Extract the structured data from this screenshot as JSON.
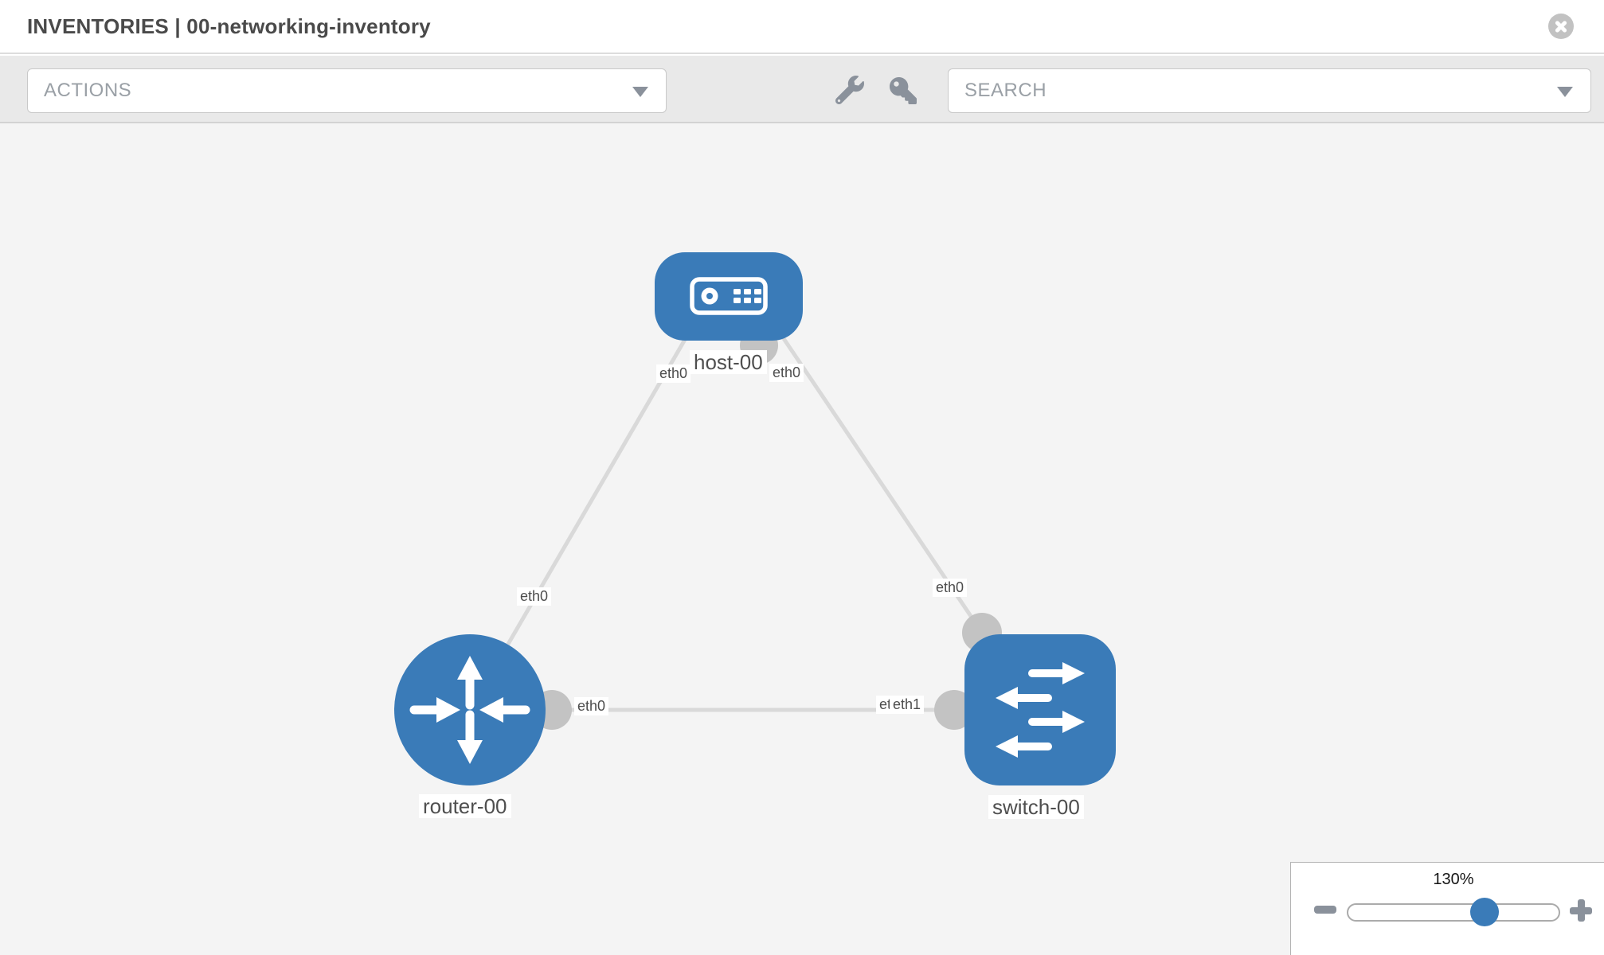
{
  "header": {
    "title": "INVENTORIES | 00-networking-inventory"
  },
  "toolbar": {
    "actions_label": "ACTIONS",
    "search_label": "SEARCH",
    "icons": [
      "wrench-icon",
      "key-icon"
    ]
  },
  "canvas": {
    "nodes": {
      "host": {
        "label": "host-00",
        "type": "host"
      },
      "router": {
        "label": "router-00",
        "type": "router"
      },
      "switch": {
        "label": "switch-00",
        "type": "switch"
      }
    },
    "links": [
      {
        "from": "host-00",
        "to": "router-00",
        "from_if": "eth0",
        "to_if": "eth0"
      },
      {
        "from": "host-00",
        "to": "switch-00",
        "from_if": "eth0",
        "to_if": "eth0"
      },
      {
        "from": "router-00",
        "to": "switch-00",
        "from_if": "eth0",
        "to_if": "eth1"
      }
    ],
    "interfaces": {
      "host_left": "eth0",
      "host_right": "eth0",
      "link_host_router_mid": "eth0",
      "link_host_switch_mid": "eth0",
      "router_port": "eth0",
      "switch_port_under": "eth0",
      "switch_port_over": "eth1"
    }
  },
  "zoom_control": {
    "level": "130%",
    "minus_icon": "zoom-out-icon",
    "plus_icon": "zoom-in-icon"
  },
  "colors": {
    "node_blue": "#3a7bb8",
    "link_gray": "#d9d9d9",
    "port_gray": "#c3c3c3",
    "icon_gray": "#8a919b",
    "toolbar_bg": "#e9e9e9",
    "canvas_bg": "#f4f4f4"
  }
}
